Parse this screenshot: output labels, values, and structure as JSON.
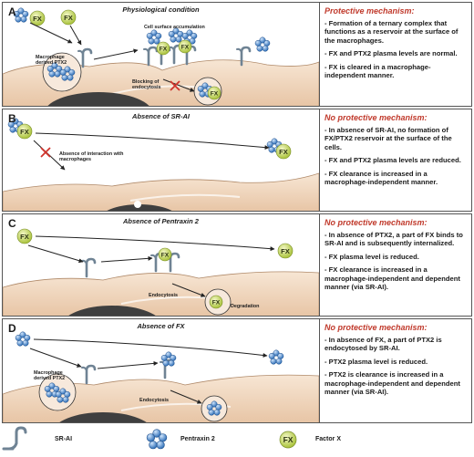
{
  "panels": [
    {
      "letter": "A",
      "title": "Physiological condition",
      "heading": "Protective mechanism:",
      "bullets": [
        "- Formation of a ternary complex that functions as a reservoir at the surface of the macrophages.",
        "- FX and PTX2 plasma levels are normal.",
        "- FX is cleared in a macrophage-independent manner."
      ],
      "labels": {
        "macrophage": "Macrophage derived PTX2",
        "cell_surface": "Cell surface accumulation",
        "blocking": "Blocking of endocytosis"
      }
    },
    {
      "letter": "B",
      "title": "Absence of SR-AI",
      "heading": "No protective mechanism:",
      "bullets": [
        "- In absence of SR-AI, no formation of FX/PTX2 reservoir at the surface of the cells.",
        "- FX and PTX2 plasma levels are reduced.",
        "- FX clearance is increased in a macrophage-independent manner."
      ],
      "labels": {
        "absence_interaction": "Absence of interaction with macrophages"
      }
    },
    {
      "letter": "C",
      "title": "Absence of Pentraxin 2",
      "heading": "No protective mechanism:",
      "bullets": [
        "- In absence of PTX2, a part of FX binds to SR-AI and is subsequently internalized.",
        "- FX plasma level is reduced.",
        "- FX clearance is increased in a macrophage-independent and dependent manner (via SR-AI)."
      ],
      "labels": {
        "endocytosis": "Endocytosis",
        "degradation": "Degradation"
      }
    },
    {
      "letter": "D",
      "title": "Absence of FX",
      "heading": "No protective mechanism:",
      "bullets": [
        "- In absence of FX, a part of PTX2 is endocytosed by SR-AI.",
        "- PTX2 plasma level is reduced.",
        "- PTX2 is clearance is increased in a macrophage-independent and dependent manner (via SR-AI)."
      ],
      "labels": {
        "macrophage": "Macrophage derived PTX2",
        "endocytosis": "Endocytosis"
      }
    }
  ],
  "fx_label": "FX",
  "legend": {
    "sr_ai": "SR-AI",
    "pentraxin": "Pentraxin 2",
    "factor_x": "Factor X"
  },
  "colors": {
    "protective": "#c0392b",
    "cell": "#f3dcc6",
    "fx": "#cfe07a",
    "ptx2": "#3f7fc9",
    "receptor": "#6f8394"
  }
}
